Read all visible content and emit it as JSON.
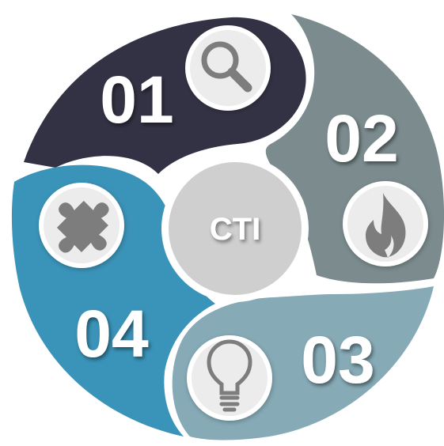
{
  "center": {
    "label": "CTI",
    "color": "#cfcfcf"
  },
  "segments": [
    {
      "number": "01",
      "color": "#333244",
      "icon": "magnifier-icon"
    },
    {
      "number": "02",
      "color": "#7b8b8e",
      "icon": "flame-icon"
    },
    {
      "number": "03",
      "color": "#86aab6",
      "icon": "lightbulb-icon"
    },
    {
      "number": "04",
      "color": "#3a93b8",
      "icon": "puzzle-piece-icon"
    }
  ],
  "icon_circle_color": "#ececec",
  "icon_color": "#7d7d7d"
}
